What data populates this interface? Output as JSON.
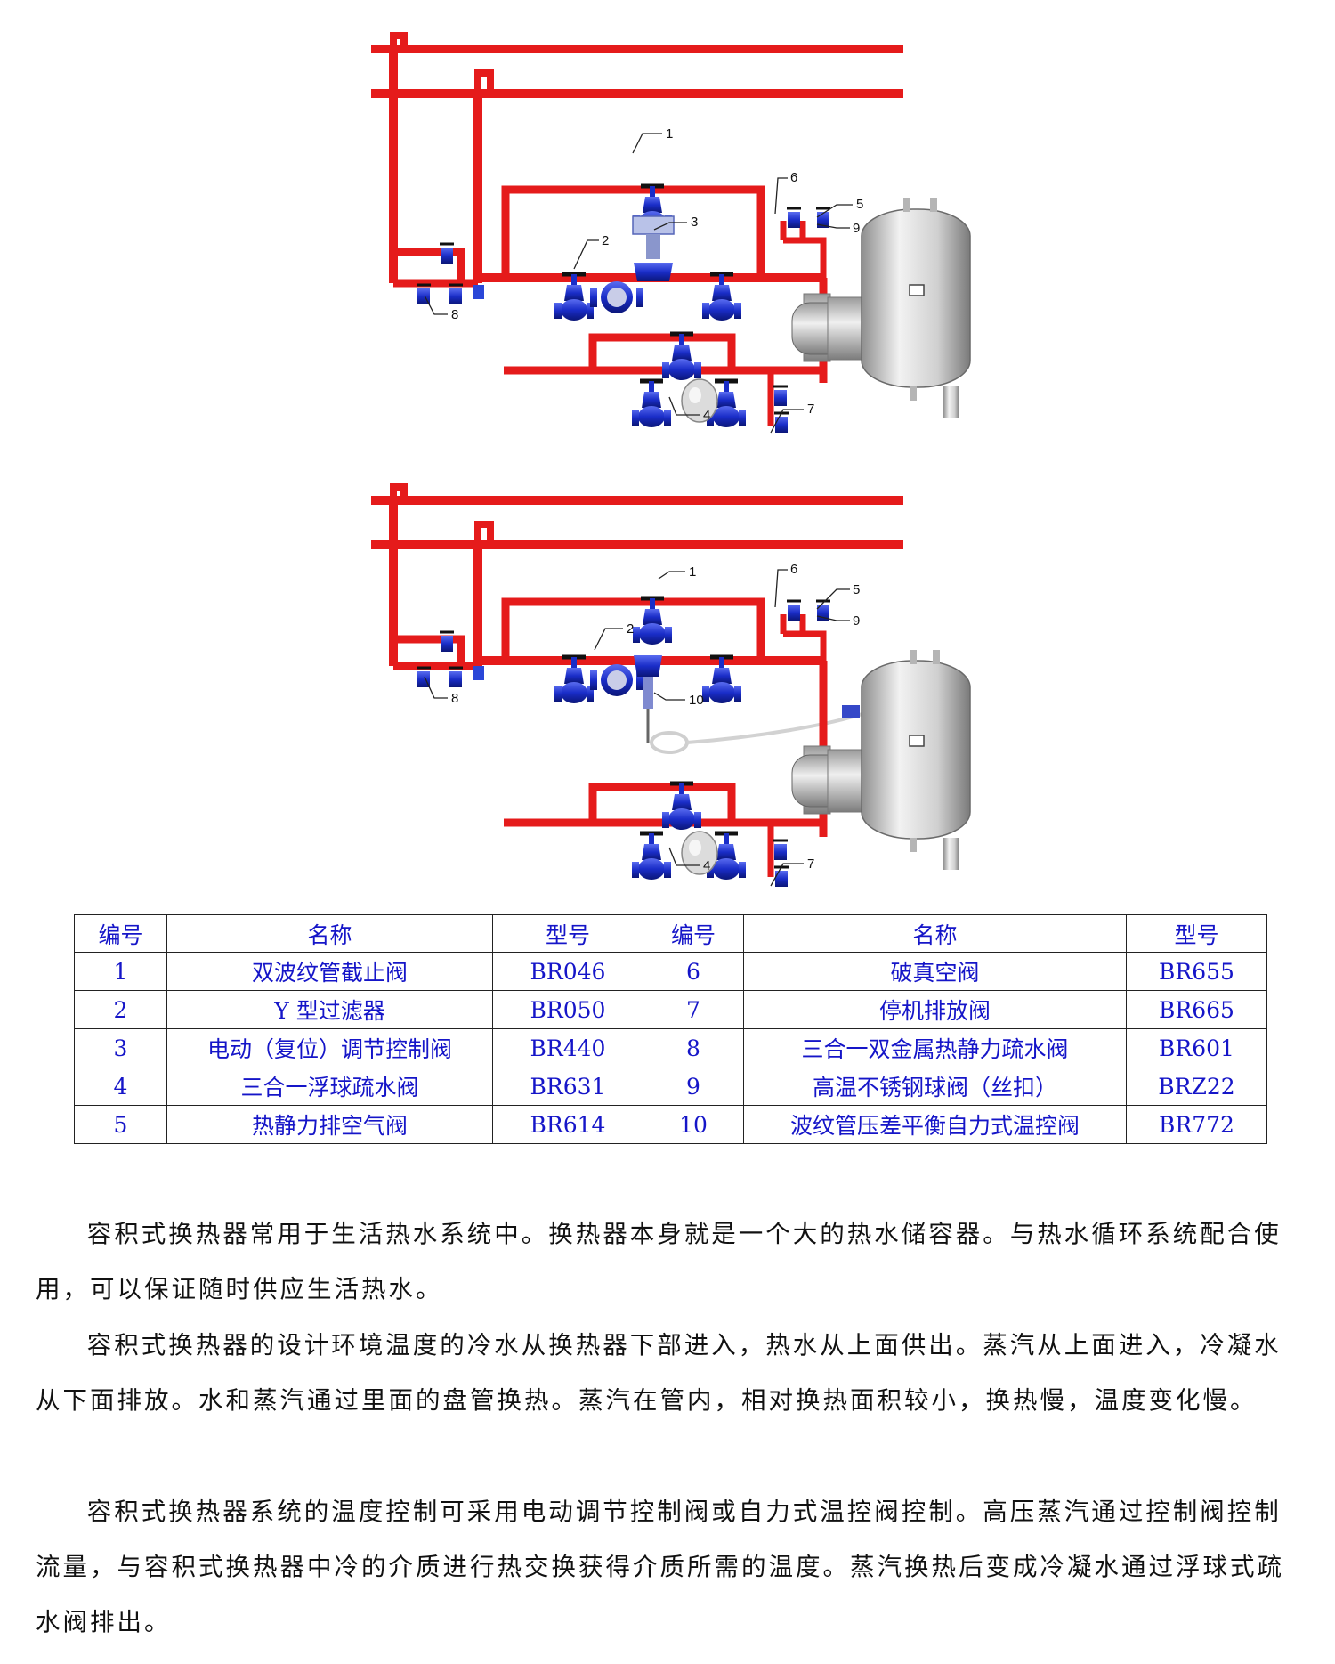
{
  "colors": {
    "pipe": "#e51b1b",
    "valve": "#1a2dc8",
    "vessel": "#c9c9c9",
    "text_table": "#1515c8"
  },
  "diagram_top": {
    "callouts": [
      "1",
      "2",
      "3",
      "4",
      "5",
      "6",
      "7",
      "8",
      "9"
    ]
  },
  "diagram_bottom": {
    "callouts": [
      "1",
      "2",
      "4",
      "5",
      "6",
      "7",
      "8",
      "9",
      "10"
    ]
  },
  "table": {
    "headers": [
      "编号",
      "名称",
      "型号",
      "编号",
      "名称",
      "型号"
    ],
    "rows": [
      {
        "no1": "1",
        "name1": "双波纹管截止阀",
        "model1": "BR046",
        "no2": "6",
        "name2": "破真空阀",
        "model2": "BR655"
      },
      {
        "no1": "2",
        "name1": "Y 型过滤器",
        "model1": "BR050",
        "no2": "7",
        "name2": "停机排放阀",
        "model2": "BR665"
      },
      {
        "no1": "3",
        "name1": "电动（复位）调节控制阀",
        "model1": "BR440",
        "no2": "8",
        "name2": "三合一双金属热静力疏水阀",
        "model2": "BR601"
      },
      {
        "no1": "4",
        "name1": "三合一浮球疏水阀",
        "model1": "BR631",
        "no2": "9",
        "name2": "高温不锈钢球阀（丝扣）",
        "model2": "BRZ22"
      },
      {
        "no1": "5",
        "name1": "热静力排空气阀",
        "model1": "BR614",
        "no2": "10",
        "name2": "波纹管压差平衡自力式温控阀",
        "model2": "BR772"
      }
    ]
  },
  "paragraphs": [
    "容积式换热器常用于生活热水系统中。换热器本身就是一个大的热水储容器。与热水循环系统配合使用，可以保证随时供应生活热水。",
    "容积式换热器的设计环境温度的冷水从换热器下部进入，热水从上面供出。蒸汽从上面进入，冷凝水从下面排放。水和蒸汽通过里面的盘管换热。蒸汽在管内，相对换热面积较小，换热慢，温度变化慢。",
    "容积式换热器系统的温度控制可采用电动调节控制阀或自力式温控阀控制。高压蒸汽通过控制阀控制流量，与容积式换热器中冷的介质进行热交换获得介质所需的温度。蒸汽换热后变成冷凝水通过浮球式疏水阀排出。"
  ]
}
